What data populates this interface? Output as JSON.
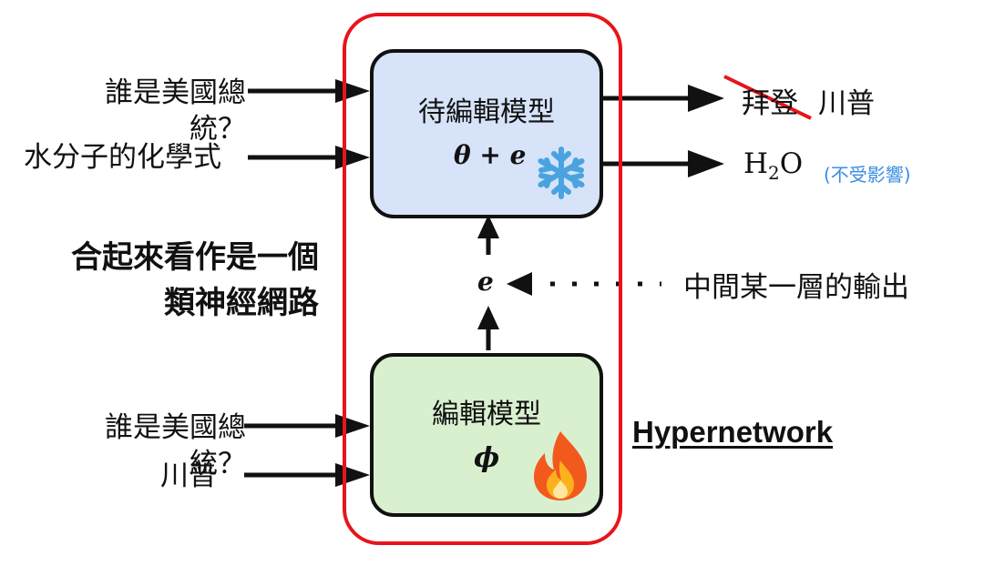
{
  "colors": {
    "frame": "#e8141b",
    "target_fill": "#d6e3f8",
    "editor_fill": "#d9f0cf",
    "note": "#3a8de3",
    "strike": "#e8141b",
    "snowflake": "#4aa3e0",
    "flame": "#f25a1d"
  },
  "target_model": {
    "title": "待編輯模型",
    "formula": "θ + e",
    "icon": "snowflake-icon",
    "inputs": [
      "誰是美國總統？",
      "水分子的化學式"
    ],
    "outputs": {
      "struck": "拜登",
      "new": "川普",
      "h2o": {
        "h": "H",
        "sub": "2",
        "o": "O"
      },
      "note": "(不受影響)"
    }
  },
  "edit_model": {
    "title": "編輯模型",
    "formula": "ϕ",
    "icon": "fire-icon",
    "inputs": [
      "誰是美國總統？",
      "川普"
    ]
  },
  "middle": {
    "variable": "e",
    "source_label": "中間某一層的輸出"
  },
  "side_note": {
    "line1": "合起來看作是一個",
    "line2": "類神經網路"
  },
  "hypernetwork_label": "Hypernetwork"
}
